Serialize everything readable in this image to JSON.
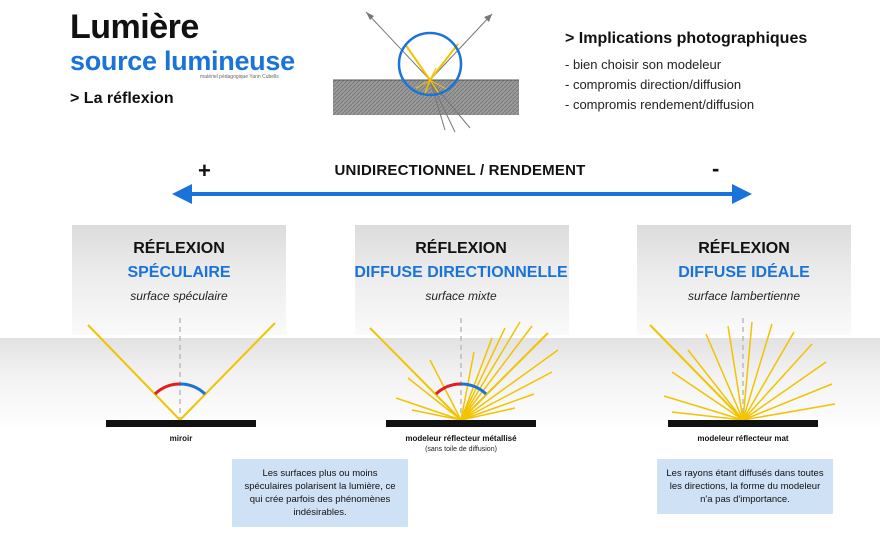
{
  "header": {
    "title": "Lumière",
    "subtitle": "source lumineuse",
    "credit": "matériel pédagogique Yann Cubells",
    "section": "> La réflexion"
  },
  "implications": {
    "title": "> Implications photographiques",
    "items": [
      "- bien choisir son modeleur",
      "- compromis direction/diffusion",
      "- compromis rendement/diffusion"
    ]
  },
  "axis": {
    "plus": "+",
    "minus": "-",
    "label": "UNIDIRECTIONNEL / RENDEMENT"
  },
  "panels": [
    {
      "heading": "RÉFLEXION",
      "type": "SPÉCULAIRE",
      "surface": "surface spéculaire",
      "caption": "miroir",
      "caption_sub": ""
    },
    {
      "heading": "RÉFLEXION",
      "type": "DIFFUSE DIRECTIONNELLE",
      "surface": "surface mixte",
      "caption": "modeleur réflecteur métallisé",
      "caption_sub": "(sans toile de diffusion)"
    },
    {
      "heading": "RÉFLEXION",
      "type": "DIFFUSE IDÉALE",
      "surface": "surface lambertienne",
      "caption": "modeleur réflecteur mat",
      "caption_sub": ""
    }
  ],
  "notes": {
    "left": "Les surfaces plus ou moins spéculaires polarisent la lumière, ce qui crée parfois des phénomènes indésirables.",
    "right": "Les rayons étant diffusés dans toutes les directions, la forme du modeleur n'a pas d'importance."
  },
  "colors": {
    "accent": "#1a73d9",
    "ray": "#f2c300",
    "angle_red": "#e02020",
    "angle_blue": "#1a73d9",
    "note_bg": "#cfe1f5"
  }
}
